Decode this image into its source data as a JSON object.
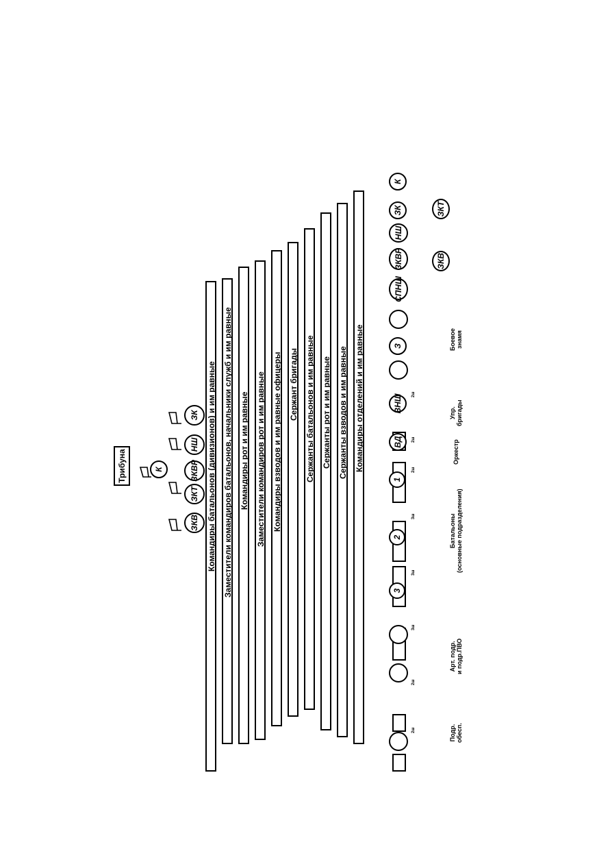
{
  "tribune": {
    "label": "Трибуна"
  },
  "commanders": {
    "main": "К",
    "left": [
      "ЗКВ",
      "ЗКТ",
      "ЗКВР"
    ],
    "right": [
      "НШ",
      "ЗК"
    ]
  },
  "bars": [
    "Командиры батальонов (дивизионов) и им равные",
    "Заместители командиров батальонов, начальники служб и им равные",
    "Командиры рот и им равные",
    "Заместители командиров рот и им равные",
    "Командиры взводов и им равные офицеры",
    "Сержант бригады",
    "Сержанты батальонов и им равные",
    "Сержанты рот и им равные",
    "Сержанты взводов и им равные",
    "Командиры отделений и им равные"
  ],
  "units": {
    "battalions": [
      "3",
      "2",
      "1"
    ],
    "vd": "ВД",
    "vnsh": "ВНШ",
    "z": "З",
    "spnsh": "СПНШ",
    "right_group_top": [
      "ЗКВР",
      "НШ",
      "ЗК",
      "К"
    ],
    "right_group_bottom": [
      "ЗКВ",
      "ЗКТ"
    ]
  },
  "spacing": {
    "two_sh": "2ш",
    "three_sh": "3ш"
  },
  "groups": {
    "support": [
      "Подр.",
      "обесп."
    ],
    "artillery": [
      "Арт. подр.",
      "и подр.ПВО"
    ],
    "battalions": [
      "Батальоны",
      "(основные подразделения)"
    ],
    "orchestra": "Оркестр",
    "command": [
      "Упр.",
      "бригады"
    ],
    "banner": [
      "Боевое",
      "знамя"
    ]
  }
}
